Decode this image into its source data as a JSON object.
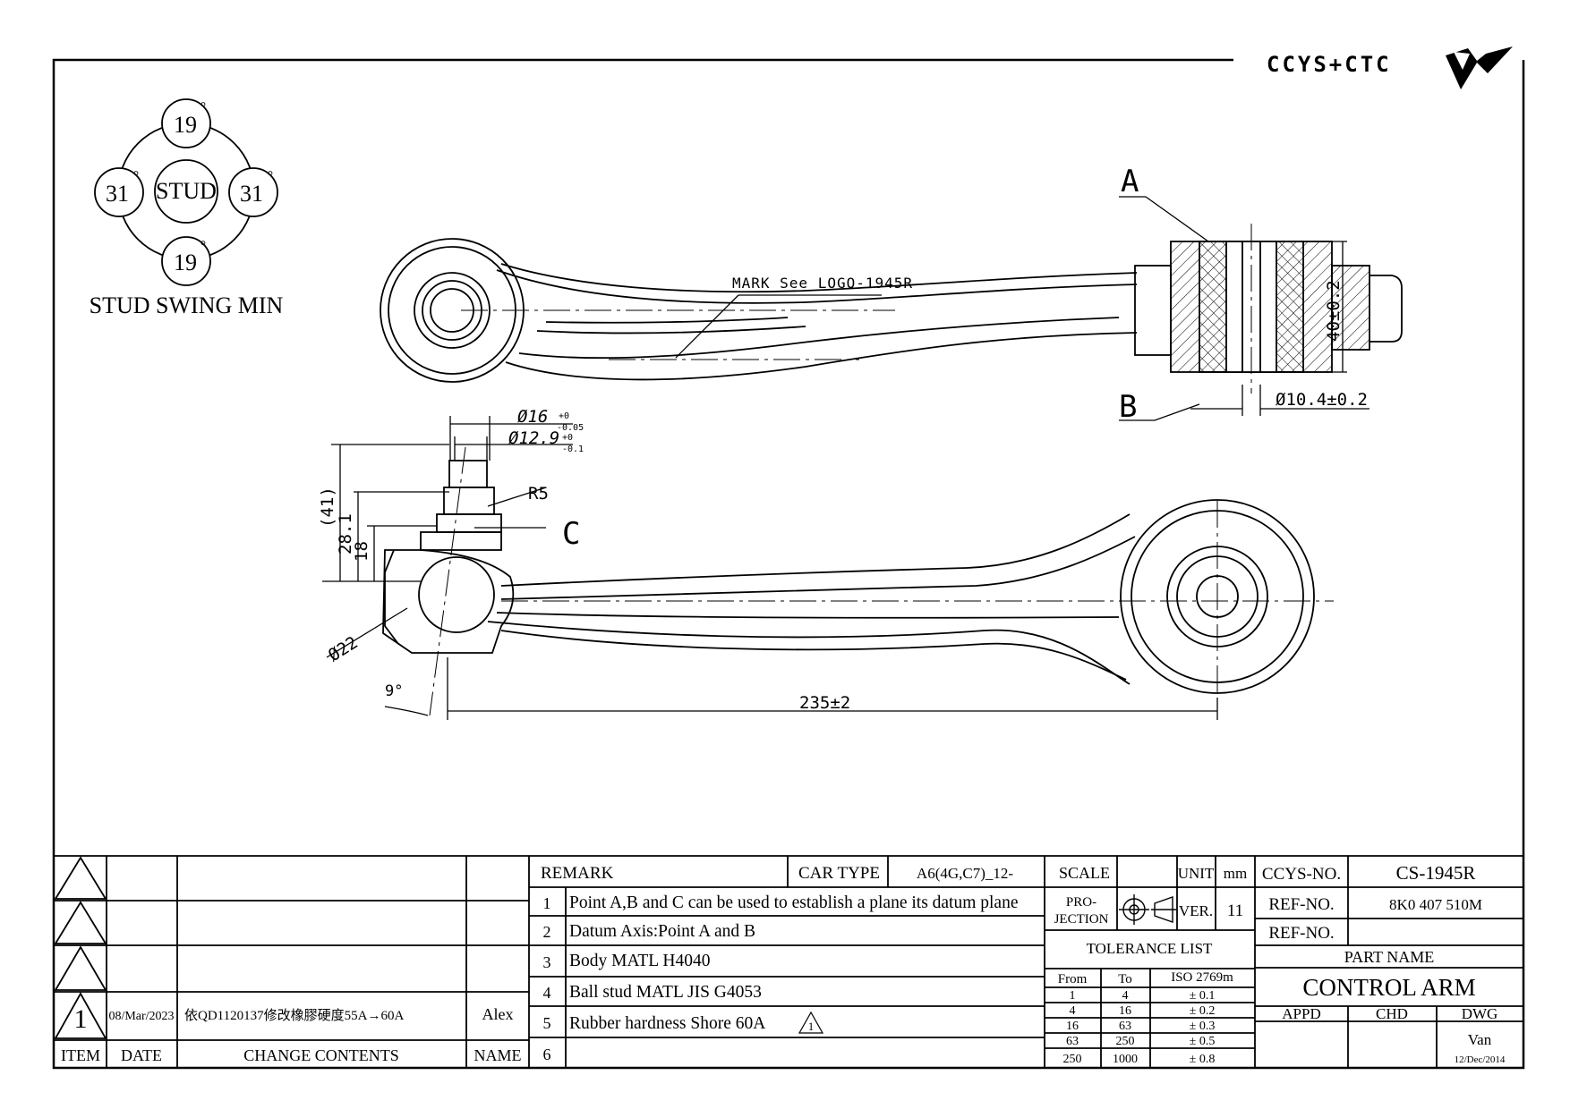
{
  "logo": {
    "text": "CCYS+CTC"
  },
  "stud_swing": {
    "center": "STUD",
    "top": "19",
    "bottom": "19",
    "left": "31",
    "right": "31",
    "degree_mark": "°",
    "caption": "STUD SWING MIN"
  },
  "drawing": {
    "label_a": "A",
    "label_b": "B",
    "label_c": "C",
    "mark_note": "MARK See LOGO-1945R",
    "dim_height": "40±0.2",
    "dim_bore": "Ø10.4±0.2",
    "dim_d16": "Ø16",
    "dim_d16_tol_upper": "+0",
    "dim_d16_tol_lower": "-0.05",
    "dim_d129": "Ø12.9",
    "dim_d129_tol_upper": "+0",
    "dim_d129_tol_lower": "-0.1",
    "dim_41": "(41)",
    "dim_281": "28.1",
    "dim_18": "18",
    "dim_r5": "R5",
    "dim_d22": "Ø22",
    "dim_angle": "9°",
    "dim_length": "235±2"
  },
  "revision_table": {
    "rows": [
      {
        "item": "",
        "date": "",
        "contents": "",
        "name": ""
      },
      {
        "item": "",
        "date": "",
        "contents": "",
        "name": ""
      },
      {
        "item": "",
        "date": "",
        "contents": "",
        "name": ""
      },
      {
        "item": "1",
        "date": "08/Mar/2023",
        "contents": "依QD1120137修改橡膠硬度55A→60A",
        "name": "Alex"
      }
    ],
    "headers": {
      "item": "ITEM",
      "date": "DATE",
      "contents": "CHANGE CONTENTS",
      "name": "NAME"
    }
  },
  "remarks": {
    "header": "REMARK",
    "car_type_label": "CAR TYPE",
    "car_type_value": "A6(4G,C7)_12-",
    "items": [
      {
        "no": "1",
        "text": "Point A,B and C can be used to establish a plane its datum plane"
      },
      {
        "no": "2",
        "text": "Datum Axis:Point A and B"
      },
      {
        "no": "3",
        "text": "Body MATL H4040"
      },
      {
        "no": "4",
        "text": "Ball stud MATL JIS G4053"
      },
      {
        "no": "5",
        "text": "Rubber hardness Shore 60A"
      },
      {
        "no": "6",
        "text": ""
      }
    ],
    "revision_marker": "1"
  },
  "spec": {
    "scale_label": "SCALE",
    "scale_value": "",
    "unit_label": "UNIT",
    "unit_value": "mm",
    "projection_label_1": "PRO-",
    "projection_label_2": "JECTION",
    "ver_label": "VER.",
    "ver_value": "11",
    "tolerance_title": "TOLERANCE LIST",
    "tol_headers": {
      "from": "From",
      "to": "To",
      "iso": "ISO 2769m"
    },
    "tolerances": [
      {
        "from": "1",
        "to": "4",
        "tol": "± 0.1"
      },
      {
        "from": "4",
        "to": "16",
        "tol": "± 0.2"
      },
      {
        "from": "16",
        "to": "63",
        "tol": "± 0.3"
      },
      {
        "from": "63",
        "to": "250",
        "tol": "± 0.5"
      },
      {
        "from": "250",
        "to": "1000",
        "tol": "± 0.8"
      }
    ]
  },
  "title_block": {
    "ccys_no_label": "CCYS-NO.",
    "ccys_no_value": "CS-1945R",
    "ref_no_label": "REF-NO.",
    "ref_no_value": "8K0 407 510M",
    "ref_no_label_2": "REF-NO.",
    "ref_no_value_2": "",
    "part_name_label": "PART NAME",
    "part_name_value": "CONTROL ARM",
    "appd_label": "APPD",
    "chd_label": "CHD",
    "dwg_label": "DWG",
    "dwg_name": "Van",
    "dwg_date": "12/Dec/2014"
  }
}
